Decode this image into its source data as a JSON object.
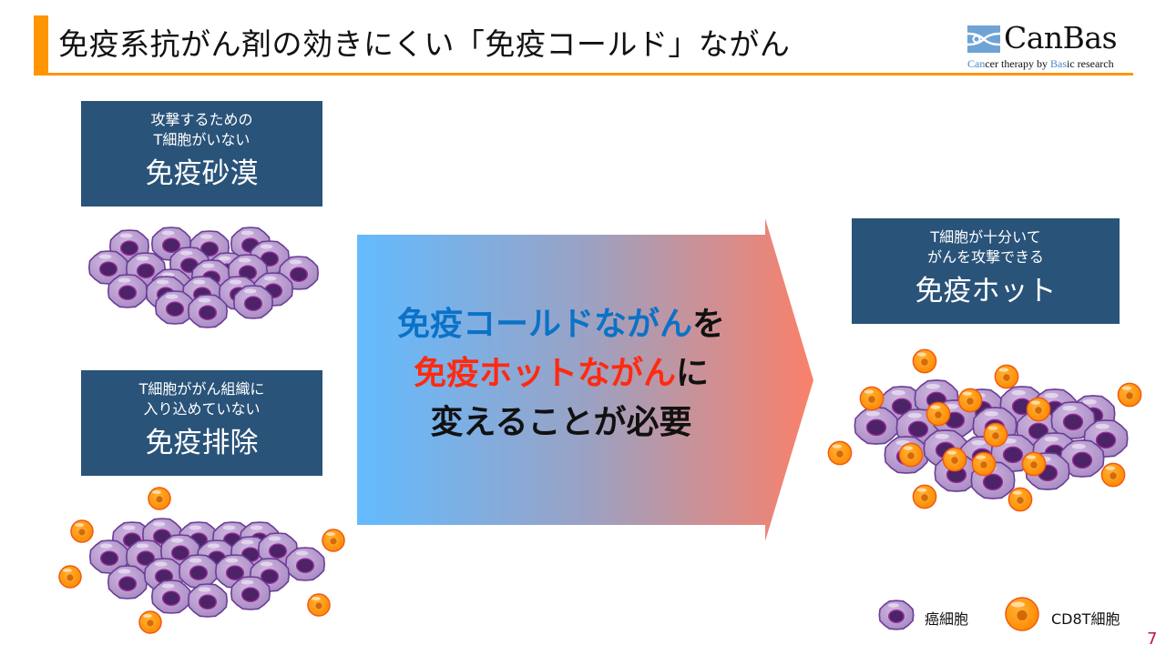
{
  "title": "免疫系抗がん剤の効きにくい「免疫コールド」ながん",
  "logo": {
    "name": "CanBas",
    "tagline_parts": [
      "Can",
      "cer therapy by ",
      "Bas",
      "ic research"
    ]
  },
  "panels": {
    "desert": {
      "sub_line1": "攻撃するための",
      "sub_line2": "T細胞がいない",
      "main": "免疫砂漠"
    },
    "excluded": {
      "sub_line1": "T細胞ががん組織に",
      "sub_line2": "入り込めていない",
      "main": "免疫排除"
    },
    "hot": {
      "sub_line1": "T細胞が十分いて",
      "sub_line2": "がんを攻撃できる",
      "main": "免疫ホット"
    }
  },
  "arrow_message": {
    "line1_colored": "免疫コールドながん",
    "line1_tail": "を",
    "line2_colored": "免疫ホットながん",
    "line2_tail": "に",
    "line3": "変えることが必要"
  },
  "legend": {
    "cancer_cell": "癌細胞",
    "cd8_t_cell": "CD8T細胞"
  },
  "page_number": "7",
  "colors": {
    "accent_orange": "#FF9500",
    "panel_blue": "#2A5379",
    "cold_blue": "#0B72C7",
    "hot_red": "#FF2A10",
    "arrow_start": "#63BBFF",
    "arrow_end": "#FA806A",
    "cancer_fill": "#B79BCF",
    "cancer_nucleus": "#4B2366",
    "tcell_fill": "#FF9A12",
    "page_number": "#C0174A"
  }
}
